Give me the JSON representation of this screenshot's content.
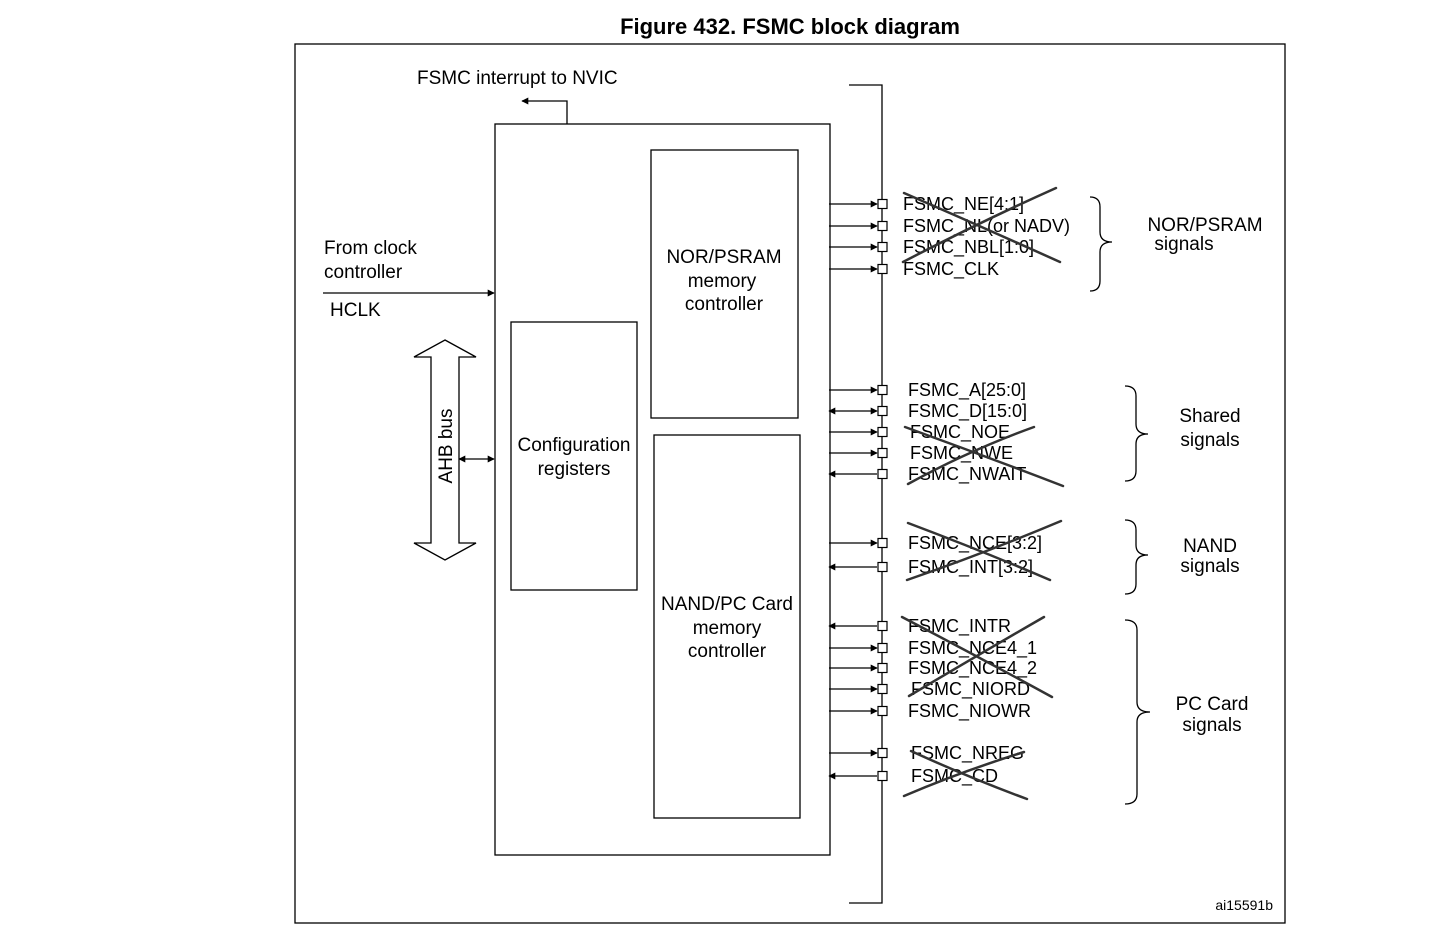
{
  "figure_title": "Figure 432. FSMC block diagram",
  "interrupt_label": "FSMC interrupt to NVIC",
  "clock": {
    "line1": "From clock",
    "line2": "controller",
    "signal": "HCLK"
  },
  "ahb_label": "AHB bus",
  "blocks": {
    "nor": [
      "NOR/PSRAM",
      "memory",
      "controller"
    ],
    "config": [
      "Configuration",
      "registers"
    ],
    "nand": [
      "NAND/PC Card",
      "memory",
      "controller"
    ]
  },
  "signals": [
    {
      "label": "FSMC_NE[4:1]",
      "direction": "out"
    },
    {
      "label": "FSMC_NL(or NADV)",
      "direction": "out"
    },
    {
      "label": "FSMC_NBL[1:0]",
      "direction": "out"
    },
    {
      "label": "FSMC_CLK",
      "direction": "out"
    },
    {
      "label": "FSMC_A[25:0]",
      "direction": "out"
    },
    {
      "label": "FSMC_D[15:0]",
      "direction": "bidir"
    },
    {
      "label": "FSMC_NOE",
      "direction": "out"
    },
    {
      "label": "FSMC_NWE",
      "direction": "out"
    },
    {
      "label": "FSMC_NWAIT",
      "direction": "in"
    },
    {
      "label": "FSMC_NCE[3:2]",
      "direction": "out"
    },
    {
      "label": "FSMC_INT[3:2]",
      "direction": "in"
    },
    {
      "label": "FSMC_INTR",
      "direction": "in"
    },
    {
      "label": "FSMC_NCE4_1",
      "direction": "out"
    },
    {
      "label": "FSMC_NCE4_2",
      "direction": "out"
    },
    {
      "label": "FSMC_NIORD",
      "direction": "out"
    },
    {
      "label": "FSMC_NIOWR",
      "direction": "out"
    },
    {
      "label": "FSMC_NREG",
      "direction": "out"
    },
    {
      "label": "FSMC_CD",
      "direction": "in"
    }
  ],
  "groups": [
    {
      "lines": [
        "NOR/PSRAM",
        "signals"
      ]
    },
    {
      "lines": [
        "Shared",
        "signals"
      ]
    },
    {
      "lines": [
        "NAND",
        "signals"
      ]
    },
    {
      "lines": [
        "PC Card",
        "signals"
      ]
    }
  ],
  "figure_id": "ai15591b",
  "colors": {
    "line": "#000000",
    "strike": "#333333",
    "background": "#ffffff"
  }
}
